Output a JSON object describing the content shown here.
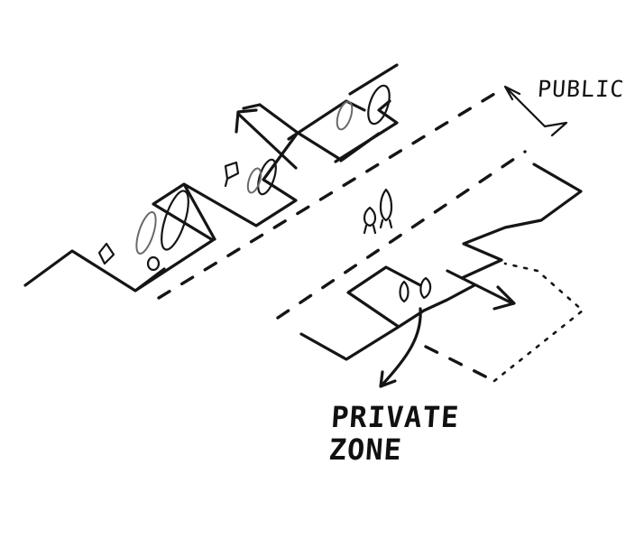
{
  "labels": {
    "public": "PUBLIC",
    "private_line1": "PRIVATE",
    "private_line2": "ZONE"
  },
  "colors": {
    "ink": "#151515",
    "pencil": "#6a6a6a",
    "paper": "#ffffff"
  }
}
